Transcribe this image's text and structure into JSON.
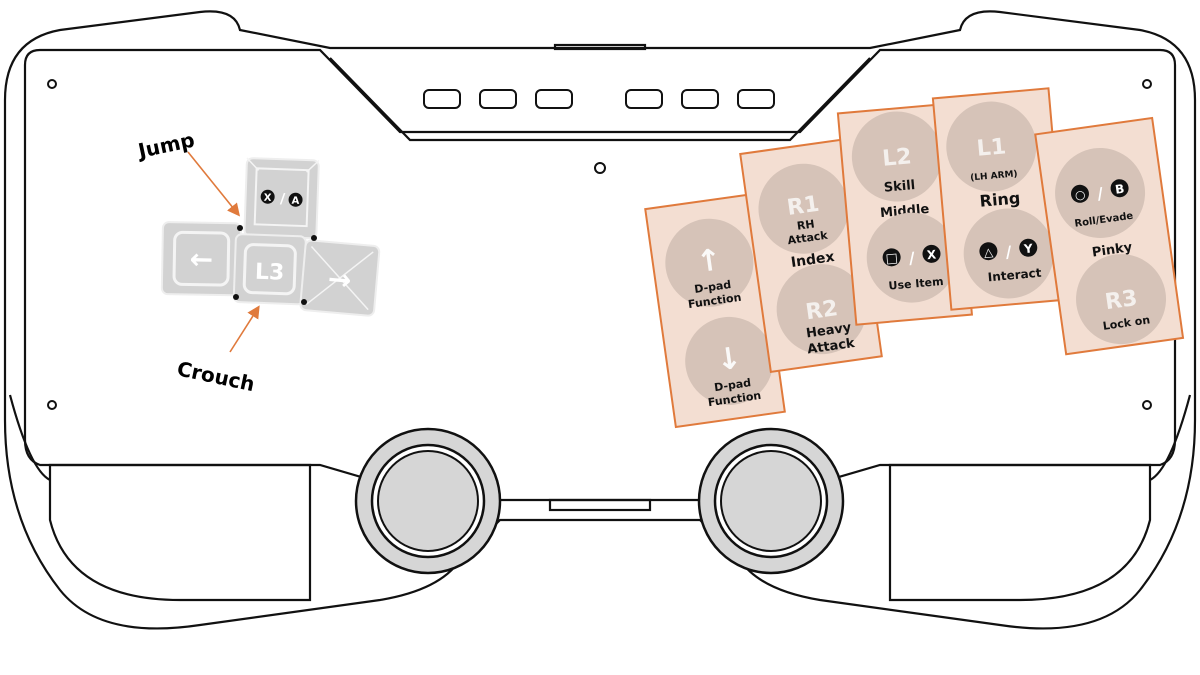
{
  "diagram": {
    "keys": {
      "up_symbols": [
        "X",
        "A"
      ],
      "separator": "/",
      "center": "L3",
      "left_glyph": "←",
      "right_glyph": "→"
    },
    "annotations": {
      "jump": "Jump",
      "crouch": "Crouch"
    },
    "columns": {
      "thumb": {
        "top_glyph": "↑",
        "top_label_1": "D-pad",
        "top_label_2": "Function",
        "bottom_glyph": "↓",
        "bottom_label_1": "D-pad",
        "bottom_label_2": "Function"
      },
      "index": {
        "top_button": "R1",
        "top_label_1": "RH",
        "top_label_2": "Attack",
        "finger": "Index",
        "bottom_button": "R2",
        "bottom_label_1": "Heavy",
        "bottom_label_2": "Attack"
      },
      "middle": {
        "top_button": "L2",
        "top_label": "Skill",
        "finger": "Middle",
        "sym_a": "□",
        "sym_b": "X",
        "bottom_label": "Use Item"
      },
      "ring": {
        "top_button": "L1",
        "top_label": "(LH ARM)",
        "finger": "Ring",
        "sym_a": "△",
        "sym_b": "Y",
        "bottom_label": "Interact"
      },
      "pinky": {
        "sym_a": "○",
        "sym_b": "B",
        "top_label": "Roll/Evade",
        "finger": "Pinky",
        "bottom_button": "R3",
        "bottom_label": "Lock on"
      }
    }
  }
}
